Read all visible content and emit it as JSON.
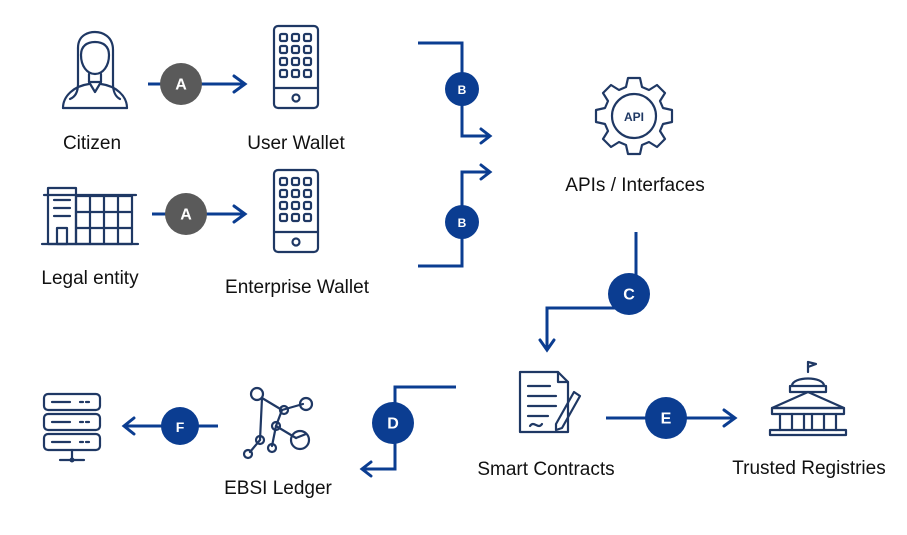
{
  "nodes": {
    "citizen": "Citizen",
    "user_wallet": "User Wallet",
    "legal_entity": "Legal entity",
    "enterprise_wallet": "Enterprise Wallet",
    "apis": "APIs / Interfaces",
    "api_badge": "API",
    "smart_contracts": "Smart Contracts",
    "trusted_registries": "Trusted Registries",
    "ebsi_ledger": "EBSI Ledger"
  },
  "steps": {
    "a1": "A",
    "a2": "A",
    "b1": "B",
    "b2": "B",
    "c": "C",
    "d": "D",
    "e": "E",
    "f": "F"
  },
  "colors": {
    "primary": "#0b3d91",
    "icon": "#1f3864",
    "gray_badge": "#5a5a5a"
  }
}
